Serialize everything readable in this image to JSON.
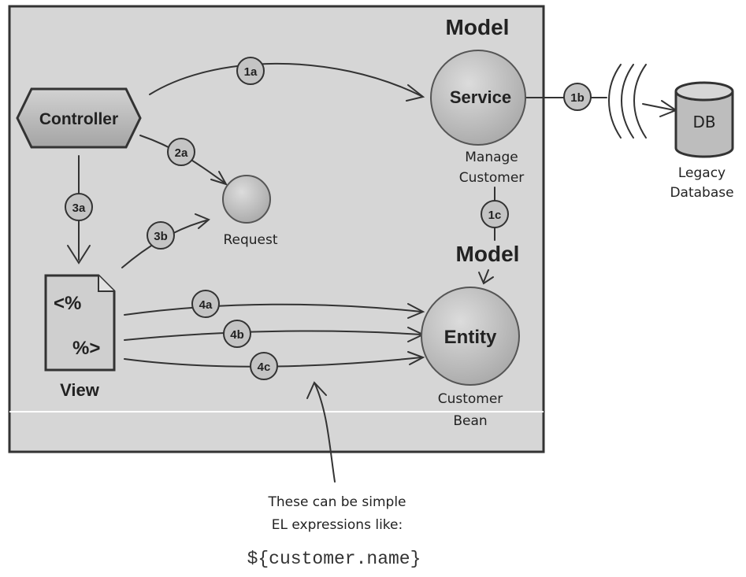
{
  "model_label_top": "Model",
  "model_label_mid": "Model",
  "nodes": {
    "controller": "Controller",
    "service": "Service",
    "entity": "Entity",
    "db": "DB",
    "view_top": "<%",
    "view_bottom": "%>",
    "view_label": "View",
    "request": "Request"
  },
  "captions": {
    "service_line1": "Manage",
    "service_line2": "Customer",
    "entity_line1": "Customer",
    "entity_line2": "Bean",
    "db_line1": "Legacy",
    "db_line2": "Database"
  },
  "steps": {
    "s1a": "1a",
    "s1b": "1b",
    "s1c": "1c",
    "s2a": "2a",
    "s3a": "3a",
    "s3b": "3b",
    "s4a": "4a",
    "s4b": "4b",
    "s4c": "4c"
  },
  "annotation": {
    "line1": "These can be simple",
    "line2": "EL expressions like:",
    "code": "${customer.name}"
  },
  "colors": {
    "panel": "#d6d6d6",
    "node": "#bdbdbd",
    "badge": "#c4c4c4",
    "outline": "#333333"
  }
}
